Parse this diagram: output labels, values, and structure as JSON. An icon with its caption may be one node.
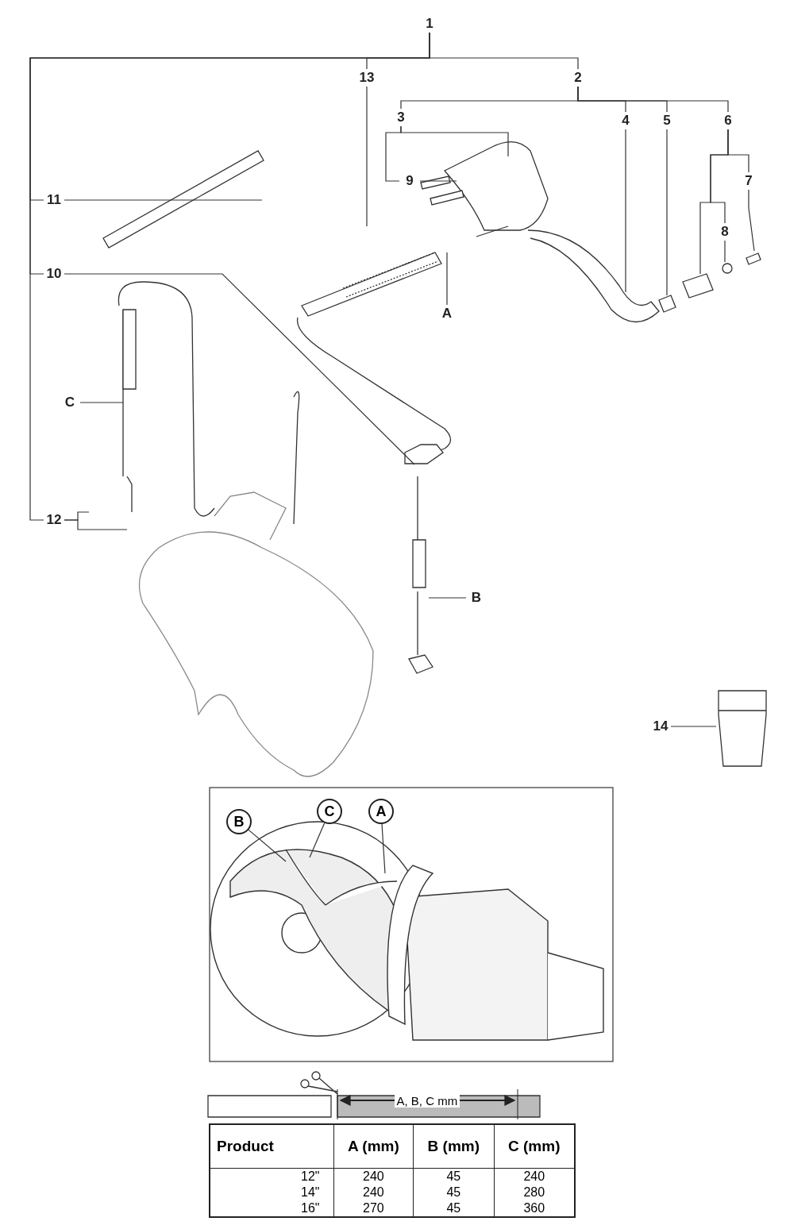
{
  "diagram": {
    "nodes": [
      {
        "text": [
          "1"
        ]
      },
      {
        "text": [
          "13"
        ]
      },
      {
        "text": [
          "2"
        ]
      },
      {
        "text": [
          "3"
        ]
      },
      {
        "text": [
          "4"
        ]
      },
      {
        "text": [
          "5"
        ]
      },
      {
        "text": [
          "6"
        ]
      },
      {
        "text": [
          "9"
        ]
      },
      {
        "text": [
          "7"
        ]
      },
      {
        "text": [
          "8"
        ]
      },
      {
        "text": [
          "11"
        ]
      },
      {
        "text": [
          "10"
        ]
      },
      {
        "text": [
          "A"
        ]
      },
      {
        "text": [
          "C"
        ]
      },
      {
        "text": [
          "12"
        ]
      },
      {
        "text": [
          "B"
        ]
      },
      {
        "text": [
          "14"
        ]
      },
      {
        "text": [
          "B"
        ]
      },
      {
        "text": [
          "C"
        ]
      },
      {
        "text": [
          "A"
        ]
      }
    ],
    "edges": [
      {
        "from": 0,
        "to": 1,
        "arrow": "none"
      },
      {
        "from": 0,
        "to": 2,
        "arrow": "none"
      },
      {
        "from": 0,
        "to": 10,
        "arrow": "none"
      },
      {
        "from": 0,
        "to": 11,
        "arrow": "none"
      },
      {
        "from": 0,
        "to": 14,
        "arrow": "none"
      },
      {
        "from": 2,
        "to": 3,
        "arrow": "none"
      },
      {
        "from": 2,
        "to": 4,
        "arrow": "none"
      },
      {
        "from": 2,
        "to": 5,
        "arrow": "none"
      },
      {
        "from": 2,
        "to": 6,
        "arrow": "none"
      },
      {
        "from": 3,
        "to": 7,
        "arrow": "none"
      },
      {
        "from": 3,
        "to": null,
        "arrow": "none"
      },
      {
        "from": 7,
        "to": null,
        "arrow": "none"
      },
      {
        "from": 1,
        "to": null,
        "arrow": "none"
      },
      {
        "from": 4,
        "to": null,
        "arrow": "none"
      },
      {
        "from": 5,
        "to": null,
        "arrow": "none"
      },
      {
        "from": 6,
        "to": 9,
        "arrow": "none"
      },
      {
        "from": 6,
        "to": 8,
        "arrow": "none"
      },
      {
        "from": 8,
        "to": null,
        "arrow": "none"
      },
      {
        "from": 9,
        "to": null,
        "arrow": "none"
      },
      {
        "from": 6,
        "to": null,
        "arrow": "none"
      },
      {
        "from": 10,
        "to": null,
        "arrow": "none"
      },
      {
        "from": 11,
        "to": null,
        "arrow": "none"
      },
      {
        "from": 12,
        "to": null,
        "arrow": "none"
      },
      {
        "from": 13,
        "to": null,
        "arrow": "none"
      },
      {
        "from": 14,
        "to": null,
        "arrow": "none"
      },
      {
        "from": 14,
        "to": null,
        "arrow": "none"
      },
      {
        "from": 15,
        "to": null,
        "arrow": "none"
      },
      {
        "from": 16,
        "to": null,
        "arrow": "none"
      },
      {
        "from": 17,
        "to": null,
        "arrow": "none"
      },
      {
        "from": 18,
        "to": null,
        "arrow": "none"
      },
      {
        "from": 19,
        "to": null,
        "arrow": "none"
      }
    ],
    "labels": [
      "A, B, C mm",
      "Product",
      "A (mm)",
      "B (mm)",
      "C (mm)",
      "12\"",
      "240",
      "45",
      "240",
      "14\"",
      "240",
      "45",
      "280",
      "16\"",
      "270",
      "45",
      "360"
    ]
  }
}
